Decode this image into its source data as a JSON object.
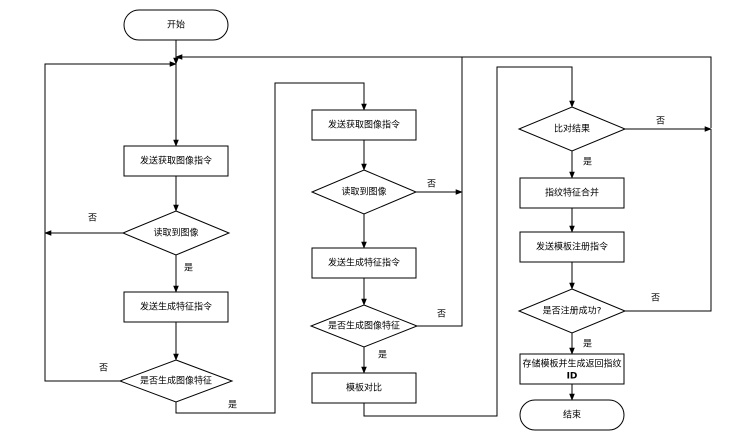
{
  "nodes": {
    "start": "开始",
    "send_capture_1": "发送获取图像指令",
    "read_image_1": "读取到图像",
    "send_gen_feature_1": "发送生成特征指令",
    "check_feature_1": "是否生成图像特征",
    "send_capture_2": "发送获取图像指令",
    "read_image_2": "读取到图像",
    "send_gen_feature_2": "发送生成特征指令",
    "check_feature_2": "是否生成图像特征",
    "template_compare": "模板对比",
    "compare_result": "比对结果",
    "merge_feature": "指纹特征合并",
    "send_register": "发送模板注册指令",
    "register_success": "是否注册成功?",
    "store_template_line1": "存储模板并生成返回指纹",
    "store_template_line2": "ID",
    "end": "结束"
  },
  "labels": {
    "no": "否",
    "yes": "是"
  }
}
